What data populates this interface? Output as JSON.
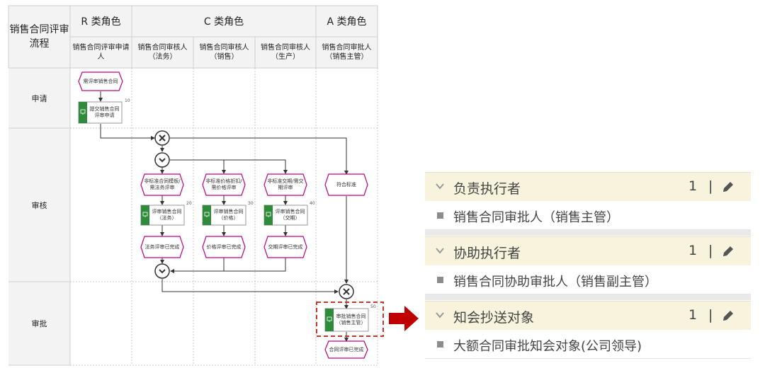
{
  "diagram": {
    "corner_title": "销售合同评审流程",
    "role_groups": [
      {
        "label": "R 类角色"
      },
      {
        "label": "C 类角色"
      },
      {
        "label": "A 类角色"
      }
    ],
    "roles": [
      {
        "label": "销售合同评审申请人"
      },
      {
        "label": "销售合同审核人（法务）"
      },
      {
        "label": "销售合同审核人（销售）"
      },
      {
        "label": "销售合同审核人（生产）"
      },
      {
        "label": "销售合同审批人（销售主管）"
      }
    ],
    "lanes": [
      {
        "label": "申请"
      },
      {
        "label": "审核"
      },
      {
        "label": "审批"
      }
    ],
    "nodes": {
      "event_start": "需评审销售合同",
      "task_submit": "提交销售合同评审申请",
      "task_submit_num": "10",
      "event_legal_cond": "非标准合同模板/需法务评审",
      "event_price_cond": "非标准价格折扣/需价格评审",
      "event_delivery_cond": "非标准交期/需交期评审",
      "event_standard": "符合标准",
      "task_legal": "评审销售合同（法务）",
      "task_legal_num": "20",
      "task_price": "评审销售合同（价格）",
      "task_price_num": "30",
      "task_delivery": "评审销售合同（交期）",
      "task_delivery_num": "40",
      "event_legal_done": "法务评审已完成",
      "event_price_done": "价格评审已完成",
      "event_delivery_done": "交期评审已完成",
      "task_approve": "审批销售合同（销售主管）",
      "task_approve_num": "50",
      "event_end": "合同评审已完成"
    },
    "colors": {
      "event_border": "#c0007a",
      "task_icon": "#2e8b3a",
      "highlight": "#c0392b",
      "arrow": "#c00000"
    }
  },
  "panel": {
    "sections": [
      {
        "title": "负责执行者",
        "count": "1",
        "separator": "|",
        "item": "销售合同审批人（销售主管）"
      },
      {
        "title": "协助执行者",
        "count": "1",
        "separator": "|",
        "item": "销售合同协助审批人（销售副主管）"
      },
      {
        "title": "知会抄送对象",
        "count": "1",
        "separator": "|",
        "item": "大额合同审批知会对象(公司领导)"
      }
    ],
    "icons": {
      "expand": "chevron-down-icon",
      "edit": "pencil-icon",
      "bullet": "square-bullet-icon"
    }
  }
}
